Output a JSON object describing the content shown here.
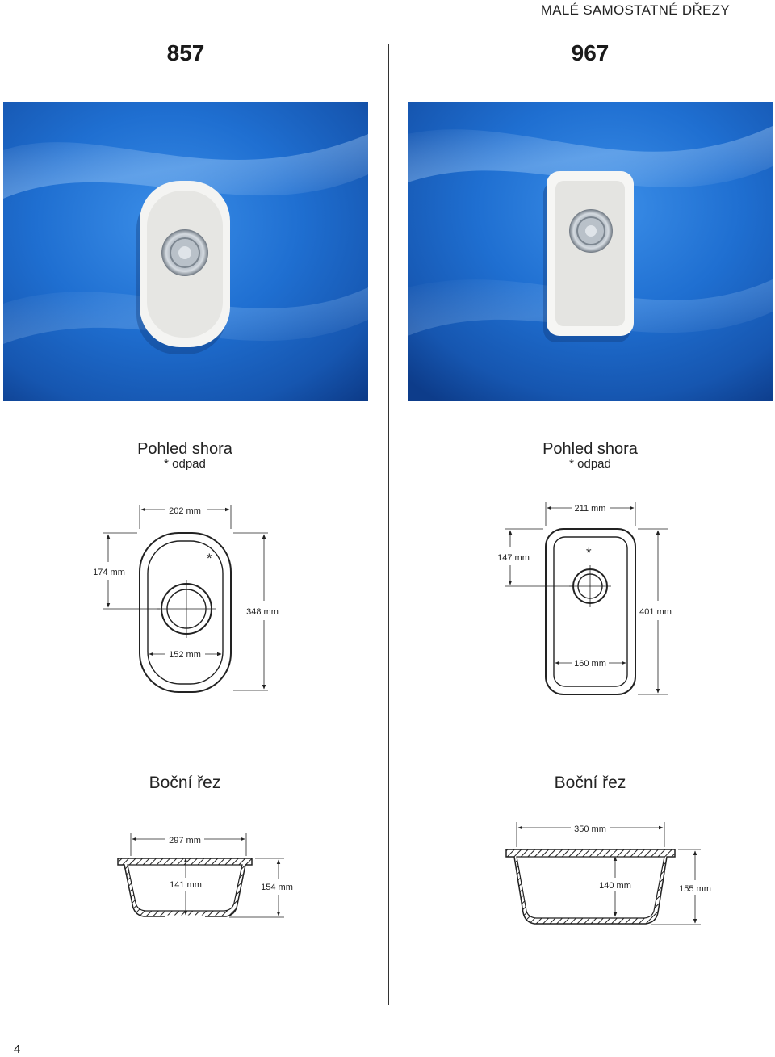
{
  "header": {
    "title": "MALÉ SAMOSTATNÉ DŘEZY"
  },
  "products": [
    {
      "model": "857",
      "top_view": {
        "title": "Pohled shora",
        "note": "* odpad",
        "marker": "*"
      },
      "dims_top": {
        "width_outer": "202 mm",
        "height_drain": "174 mm",
        "height_total": "348 mm",
        "width_inner": "152 mm"
      },
      "side_view": {
        "title": "Boční řez"
      },
      "dims_side": {
        "width": "297 mm",
        "inner": "141 mm",
        "depth": "154 mm"
      }
    },
    {
      "model": "967",
      "top_view": {
        "title": "Pohled shora",
        "note": "* odpad",
        "marker": "*"
      },
      "dims_top": {
        "width_outer": "211 mm",
        "height_drain": "147 mm",
        "height_total": "401 mm",
        "width_inner": "160 mm"
      },
      "side_view": {
        "title": "Boční řez"
      },
      "dims_side": {
        "width": "350 mm",
        "inner": "140 mm",
        "depth": "155 mm"
      }
    }
  ],
  "page": {
    "number": "4"
  },
  "colors": {
    "photo_blue": "#1f6fd1",
    "sink_white": "#f4f4f2",
    "line": "#222222"
  }
}
